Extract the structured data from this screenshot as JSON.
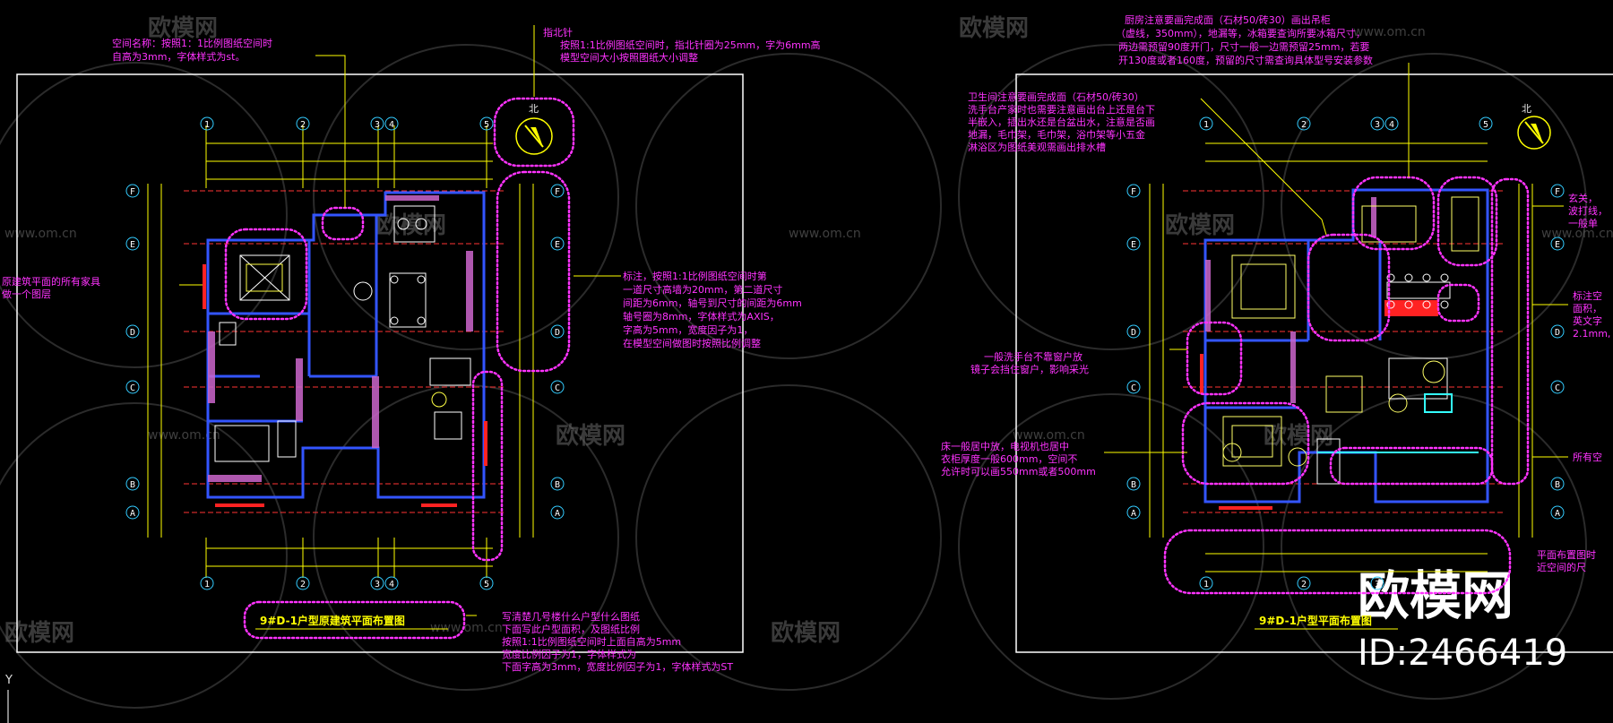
{
  "watermark": {
    "site_cn": "欧模网",
    "site_url": "www.om.cn",
    "id_text": "ID:2466419"
  },
  "left_plan": {
    "title": "9#D-1户型原建筑平面布置图",
    "north_label": "北",
    "axis_top": [
      "1",
      "2",
      "3",
      "4",
      "5"
    ],
    "axis_side": [
      "F",
      "E",
      "D",
      "C",
      "B",
      "A"
    ],
    "notes": {
      "room_name": [
        "空间名称：按照1：1比例图纸空间时",
        "自高为3mm，字体样式为st。"
      ],
      "north_arrow": [
        "指北针",
        "按照1:1比例图纸空间时，指北针圈为25mm，字为6mm高",
        "模型空间大小按照图纸大小调整"
      ],
      "furniture": [
        "原建筑平面的所有家具",
        "做一个图层"
      ],
      "dimension": [
        "标注，按照1:1比例图纸空间时第",
        "一道尺寸高墙为20mm，第二道尺寸",
        "间距为6mm，轴号到尺寸的间距为6mm",
        "轴号圈为8mm，字体样式为AXIS，",
        "字高为5mm，宽度因子为1，",
        "在模型空间做图时按照比例调整"
      ],
      "title_block": [
        "写清楚几号楼什么户型什么图纸",
        "下面写此户型面积，及图纸比例",
        "按照1:1比例图纸空间时上面自高为5mm",
        "宽度比例因子为1，字体样式为",
        "下面字高为3mm，宽度比例因子为1，字体样式为ST"
      ]
    }
  },
  "right_plan": {
    "title": "9#D-1户型平面布置图",
    "north_label": "北",
    "axis_top": [
      "1",
      "2",
      "3",
      "4",
      "5"
    ],
    "axis_side": [
      "F",
      "E",
      "D",
      "C",
      "B",
      "A"
    ],
    "notes": {
      "kitchen": [
        "厨房注意要画完成面（石材50/砖30）画出吊柜",
        "（虚线，350mm），地漏等，冰箱要查询所要冰箱尺寸，",
        "两边需预留90度开门，尺寸一般一边需预留25mm，若要",
        "开130度或者160度，预留的尺寸需查询具体型号安装参数"
      ],
      "bathroom": [
        "卫生间注意要画完成面（石材50/砖30）",
        "洗手台产家时也需要注意画出台上还是台下",
        "半嵌入，插出水还是台盆出水，注意是否画",
        "地漏，毛巾架，毛巾架，浴巾架等小五金",
        "淋浴区为图纸美观需画出排水槽"
      ],
      "basin": [
        "一般洗手台不靠窗户放",
        "镜子会挡住窗户，影响采光"
      ],
      "tv": [
        "床一般居中放，电视机也居中",
        "衣柜厚度一般600mm，空间不",
        "允许时可以画550mm或者500mm"
      ],
      "right_edge": [
        "玄关，",
        "波打线，",
        "一般单",
        "标注空",
        "面积，",
        "英文字",
        "2.1mm,",
        "所有空",
        "平面布置图时",
        "近空间的尺"
      ]
    }
  }
}
